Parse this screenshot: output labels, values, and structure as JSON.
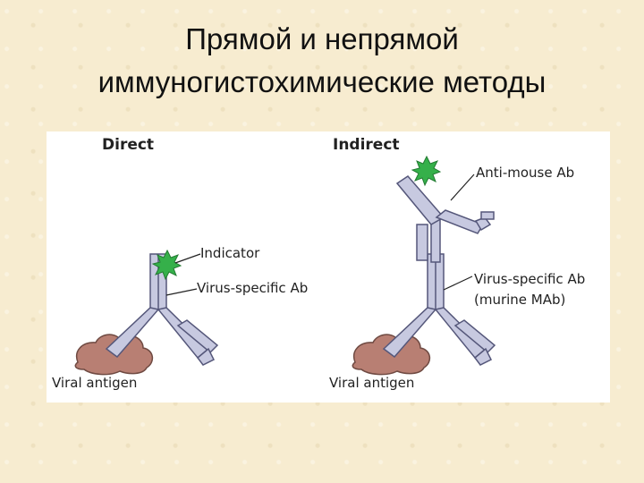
{
  "title": {
    "line1": "Прямой и непрямой",
    "line2": "иммуногистохимические методы"
  },
  "diagram": {
    "direct": {
      "heading": "Direct",
      "indicator": "Indicator",
      "antibody": "Virus-specific Ab",
      "antigen": "Viral antigen"
    },
    "indirect": {
      "heading": "Indirect",
      "secondary": "Anti-mouse Ab",
      "antibody_line1": "Virus-specific Ab",
      "antibody_line2": "(murine MAb)",
      "antigen": "Viral antigen"
    },
    "colors": {
      "antibody_fill": "#c7c9e0",
      "antibody_stroke": "#55577a",
      "antigen_fill": "#b87f73",
      "indicator_fill": "#35b04a"
    }
  }
}
